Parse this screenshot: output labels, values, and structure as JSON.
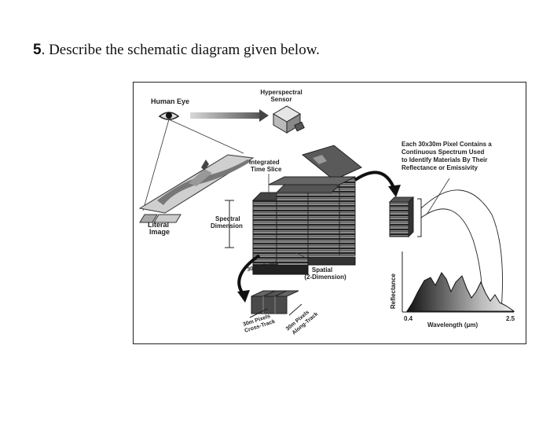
{
  "question": {
    "number": "5",
    "text": ". Describe the schematic diagram given below."
  },
  "diagram": {
    "human_eye": "Human Eye",
    "sensor_line1": "Hyperspectral",
    "sensor_line2": "Sensor",
    "integrated_line1": "Integrated",
    "integrated_line2": "Time Slice",
    "literal_line1": "Literal",
    "literal_line2": "Image",
    "spectral_line1": "Spectral",
    "spectral_line2": "Dimension",
    "swath": "30km Swath",
    "spatial_line1": "Spatial",
    "spatial_line2": "(2-Dimension)",
    "cross_line1": "30m Pixels",
    "cross_line2": "Cross-Track",
    "along_line1": "30m Pixels",
    "along_line2": "Along-Track",
    "pixel_note": [
      "Each 30x30m Pixel Contains a",
      "Continuous Spectrum Used",
      "to Identify Materials By Their",
      "Reflectance or Emissivity"
    ],
    "reflectance": "Reflectance",
    "wavelength": "Wavelength (μm)",
    "wl_min": "0.4",
    "wl_max": "2.5"
  }
}
